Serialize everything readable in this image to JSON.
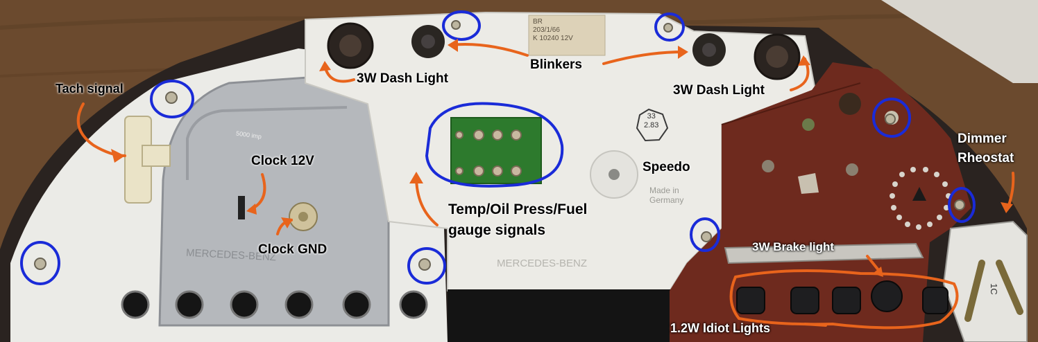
{
  "labels": {
    "tach_signal": "Tach signal",
    "dash_light_left": "3W Dash Light",
    "blinkers": "Blinkers",
    "dash_light_right": "3W Dash Light",
    "clock_12v": "Clock 12V",
    "clock_gnd": "Clock GND",
    "temp_oil_fuel_line1": "Temp/Oil Press/Fuel",
    "temp_oil_fuel_line2": "gauge signals",
    "speedo": "Speedo",
    "dimmer_line1": "Dimmer",
    "dimmer_line2": "Rheostat",
    "brake_light": "3W Brake light",
    "idiot_lights": "1.2W Idiot Lights"
  },
  "printed": {
    "sticker_line1": "BR",
    "sticker_line2": "203/1/66",
    "sticker_line3": "K 10240  12V",
    "badge_top": "33",
    "badge_bottom": "2.83",
    "made_in_line1": "Made in",
    "made_in_line2": "Germany",
    "mercedes_left": "MERCEDES-BENZ",
    "mercedes_center": "MERCEDES-BENZ",
    "dimmer_mark": "1C",
    "tach_mark": "5000 imp"
  },
  "colors": {
    "annotation_orange": "#e8641c",
    "annotation_blue": "#1a2bd8",
    "pcb_brown": "#6e2a1e",
    "housing_white": "#ecebe6",
    "metal_gray": "#b9bcc0",
    "wood": "#6b4a2e"
  }
}
